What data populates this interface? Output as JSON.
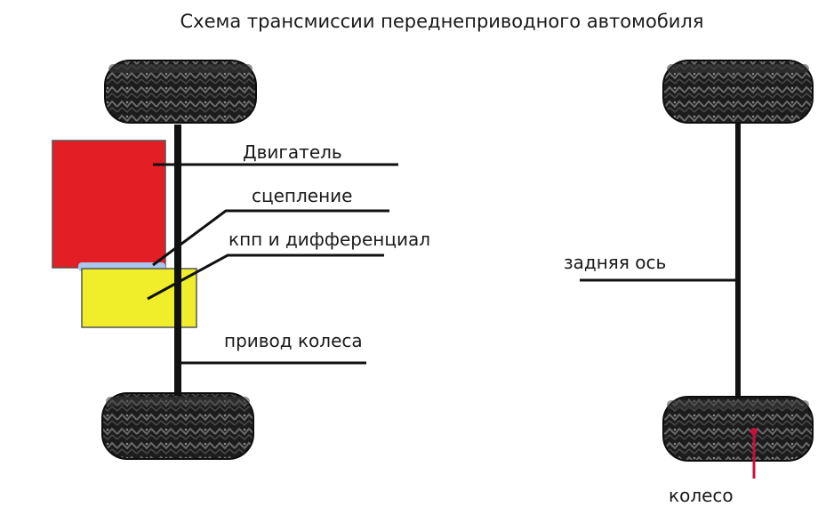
{
  "title": "Схема трансмиссии переднеприводного автомобиля",
  "labels": {
    "engine": "Двигатель",
    "clutch": "сцепление",
    "gearbox": "кпп и дифференциал",
    "drive": "привод колеса",
    "rear_axle": "задняя ось",
    "wheel": "колесо"
  },
  "colors": {
    "engine": "#e31e24",
    "clutch": "#a9c6ef",
    "gearbox": "#f0ee2a",
    "wheel_pointer": "#c8103a",
    "tire": "#1f1f1f",
    "line": "#111111"
  }
}
